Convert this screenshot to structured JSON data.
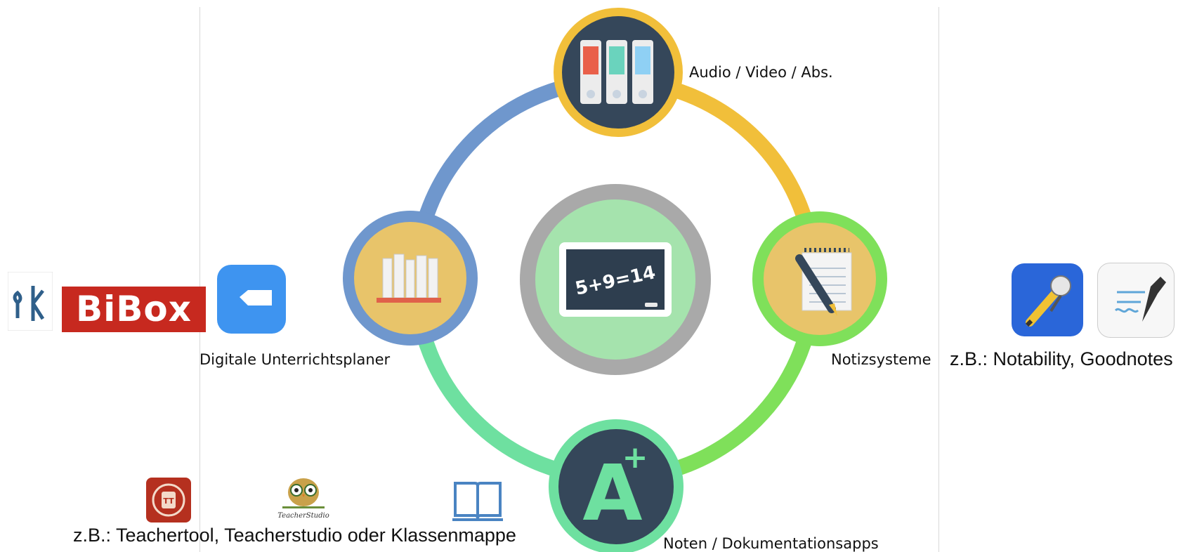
{
  "labels": {
    "audio": "Audio / Video / Abs.",
    "planer": "Digitale Unterrichtsplaner",
    "notiz": "Notizsysteme",
    "noten": "Noten / Dokumentationsapps",
    "example_notes": "z.B.: Notability, Goodnotes",
    "example_planer": "z.B.: Teachertool, Teacherstudio oder Klassenmappe"
  },
  "icons": {
    "center": "chalkboard-icon",
    "top": "binders-icon",
    "left": "bookshelf-icon",
    "right": "notepad-pencil-icon",
    "bottom": "grade-a-plus-icon"
  },
  "center_board_text": "5+9=14",
  "bottom_grade": "A",
  "bottom_plus": "+",
  "logos": {
    "bibox": "BiBox",
    "klett": "ꝺk",
    "teacherstudio": "TeacherStudio",
    "teachertool": "TT"
  },
  "colors": {
    "ring_blue": "#6f97cd",
    "ring_yellow": "#f1bf3a",
    "ring_green": "#7fe05a",
    "ring_mint": "#6ee0a0",
    "dark": "#35475a",
    "bibox_red": "#c7291f",
    "app_blue": "#3e94f0"
  }
}
